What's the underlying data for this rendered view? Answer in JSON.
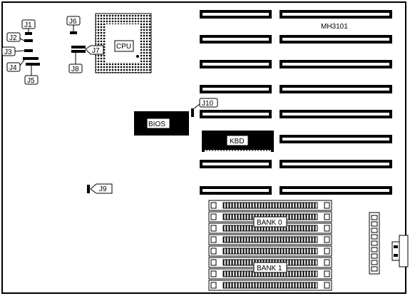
{
  "board": {
    "model": "MH3101"
  },
  "labels": {
    "cpu": "CPU",
    "bios": "BIOS",
    "kbd": "KBD",
    "bank0": "BANK 0",
    "bank1": "BANK 1",
    "j1": "J1",
    "j2": "J2",
    "j3": "J3",
    "j4": "J4",
    "j5": "J5",
    "j6": "J6",
    "j7": "J7",
    "j8": "J8",
    "j9": "J9",
    "j10": "J10"
  },
  "colors": {
    "ink": "#000000",
    "paper": "#ffffff"
  }
}
